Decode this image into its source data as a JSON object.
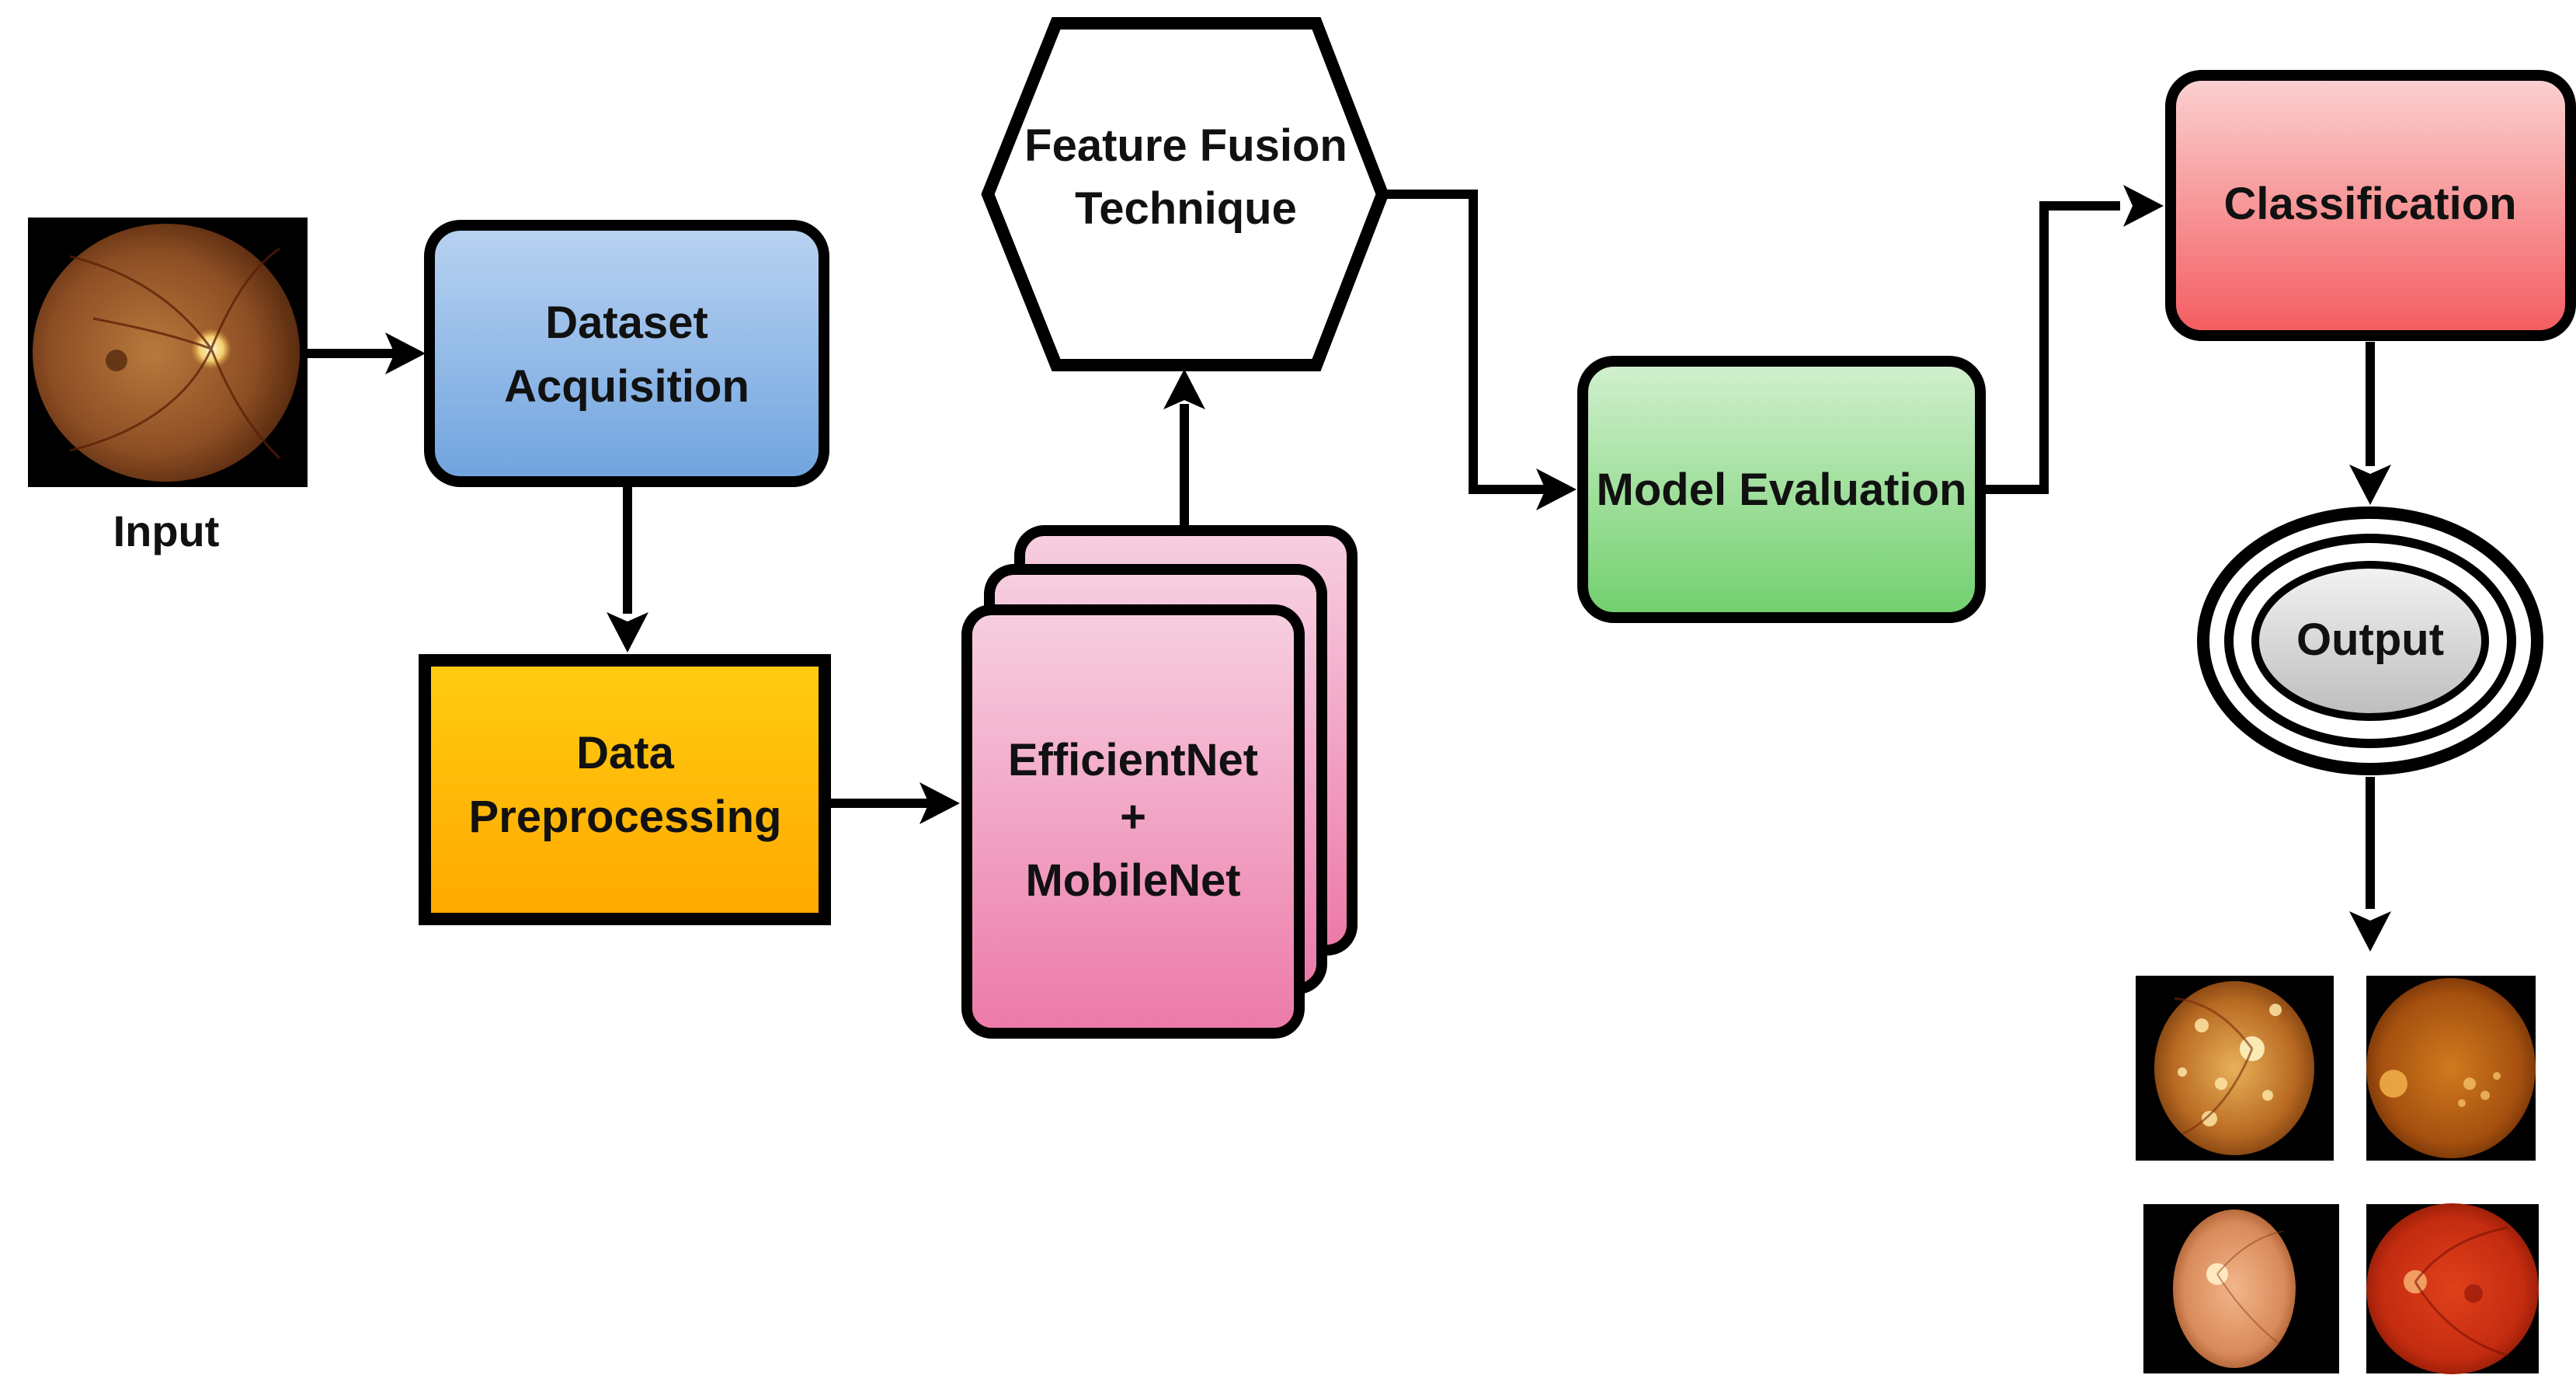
{
  "input": {
    "label": "Input"
  },
  "nodes": {
    "dataset_acquisition": {
      "line1": "Dataset",
      "line2": "Acquisition"
    },
    "data_preprocessing": {
      "line1": "Data",
      "line2": "Preprocessing"
    },
    "backbone": {
      "line1": "EfficientNet",
      "line2": "+",
      "line3": "MobileNet"
    },
    "feature_fusion": {
      "line1": "Feature Fusion",
      "line2": "Technique"
    },
    "model_evaluation": {
      "label": "Model Evaluation"
    },
    "classification": {
      "label": "Classification"
    },
    "output": {
      "label": "Output"
    }
  },
  "icons": {
    "input_image": "retina-fundus-icon",
    "output_images": [
      "retina-fundus-icon",
      "retina-fundus-icon",
      "retina-fundus-icon",
      "retina-fundus-icon"
    ]
  },
  "colors": {
    "dataset_acquisition": "#8fb8e6",
    "data_preprocessing": "#fdb400",
    "backbone": "#ee8fb5",
    "feature_fusion": "#ffffff",
    "model_evaluation": "#8fd98c",
    "classification": "#f57f82",
    "output": "#d4d4d4",
    "stroke": "#000000"
  }
}
